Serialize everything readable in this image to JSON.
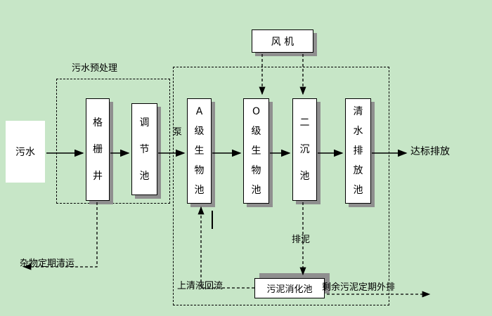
{
  "background_color": "#c7e6c7",
  "shadow_color": "#8f8f8f",
  "labels": {
    "influent": "污水",
    "pretreatment_title": "污水预处理",
    "pump": "泵",
    "effluent": "达标排放",
    "sludge_discharge": "排泥",
    "supernatant_return": "上清液回流",
    "excess_sludge": "剩余污泥定期外排",
    "debris_removal": "杂物定期清运"
  },
  "tanks": {
    "fan": "风  机",
    "grid_well": "格栅井",
    "regulating_tank": "调节池",
    "a_bio_tank": "A级生物池",
    "o_bio_tank": "O级生物池",
    "secondary_sedimentation_tank": "二沉池",
    "clean_water_discharge_tank": "清水排放池",
    "sludge_digestion_tank": "污泥消化池"
  }
}
